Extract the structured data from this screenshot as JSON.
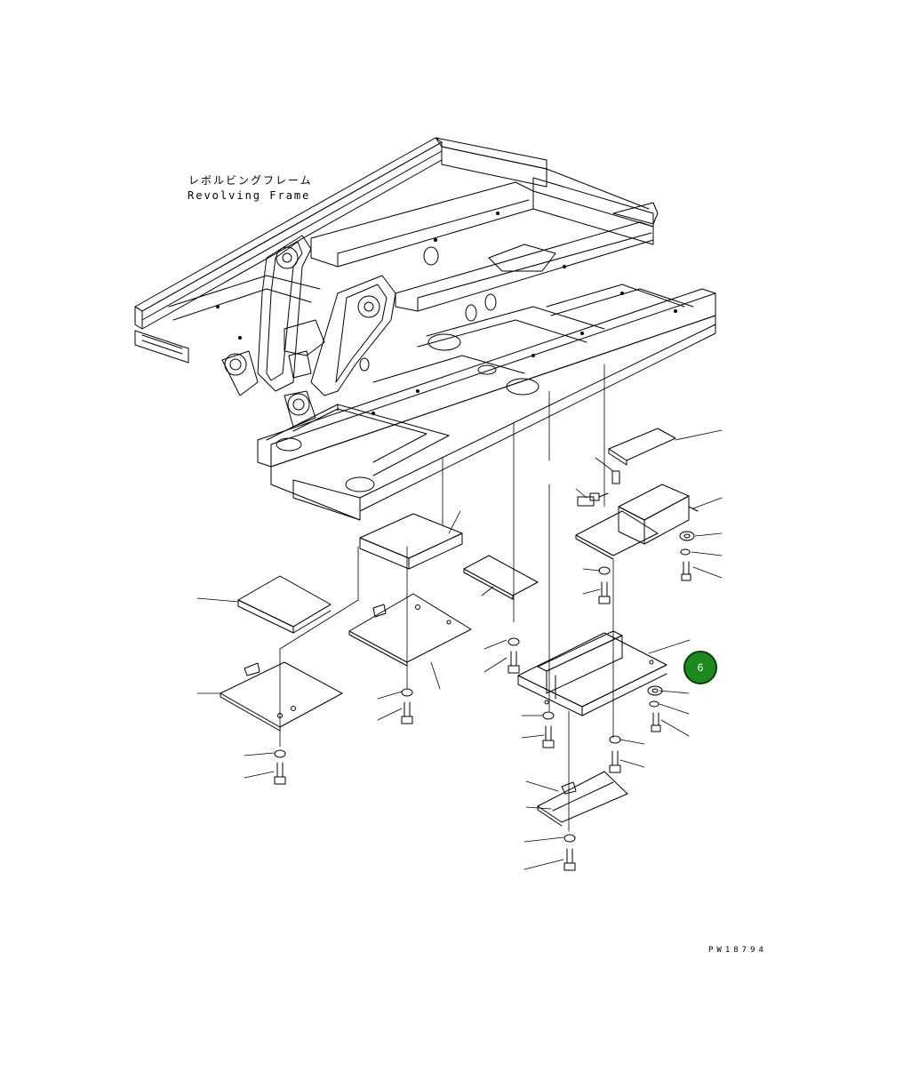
{
  "diagram": {
    "frame_label_jp": "レボルビングフレーム",
    "frame_label_en": "Revolving Frame",
    "drawing_number": "PW18794",
    "callout": {
      "number": "6",
      "color": "#1c8a1c"
    }
  }
}
